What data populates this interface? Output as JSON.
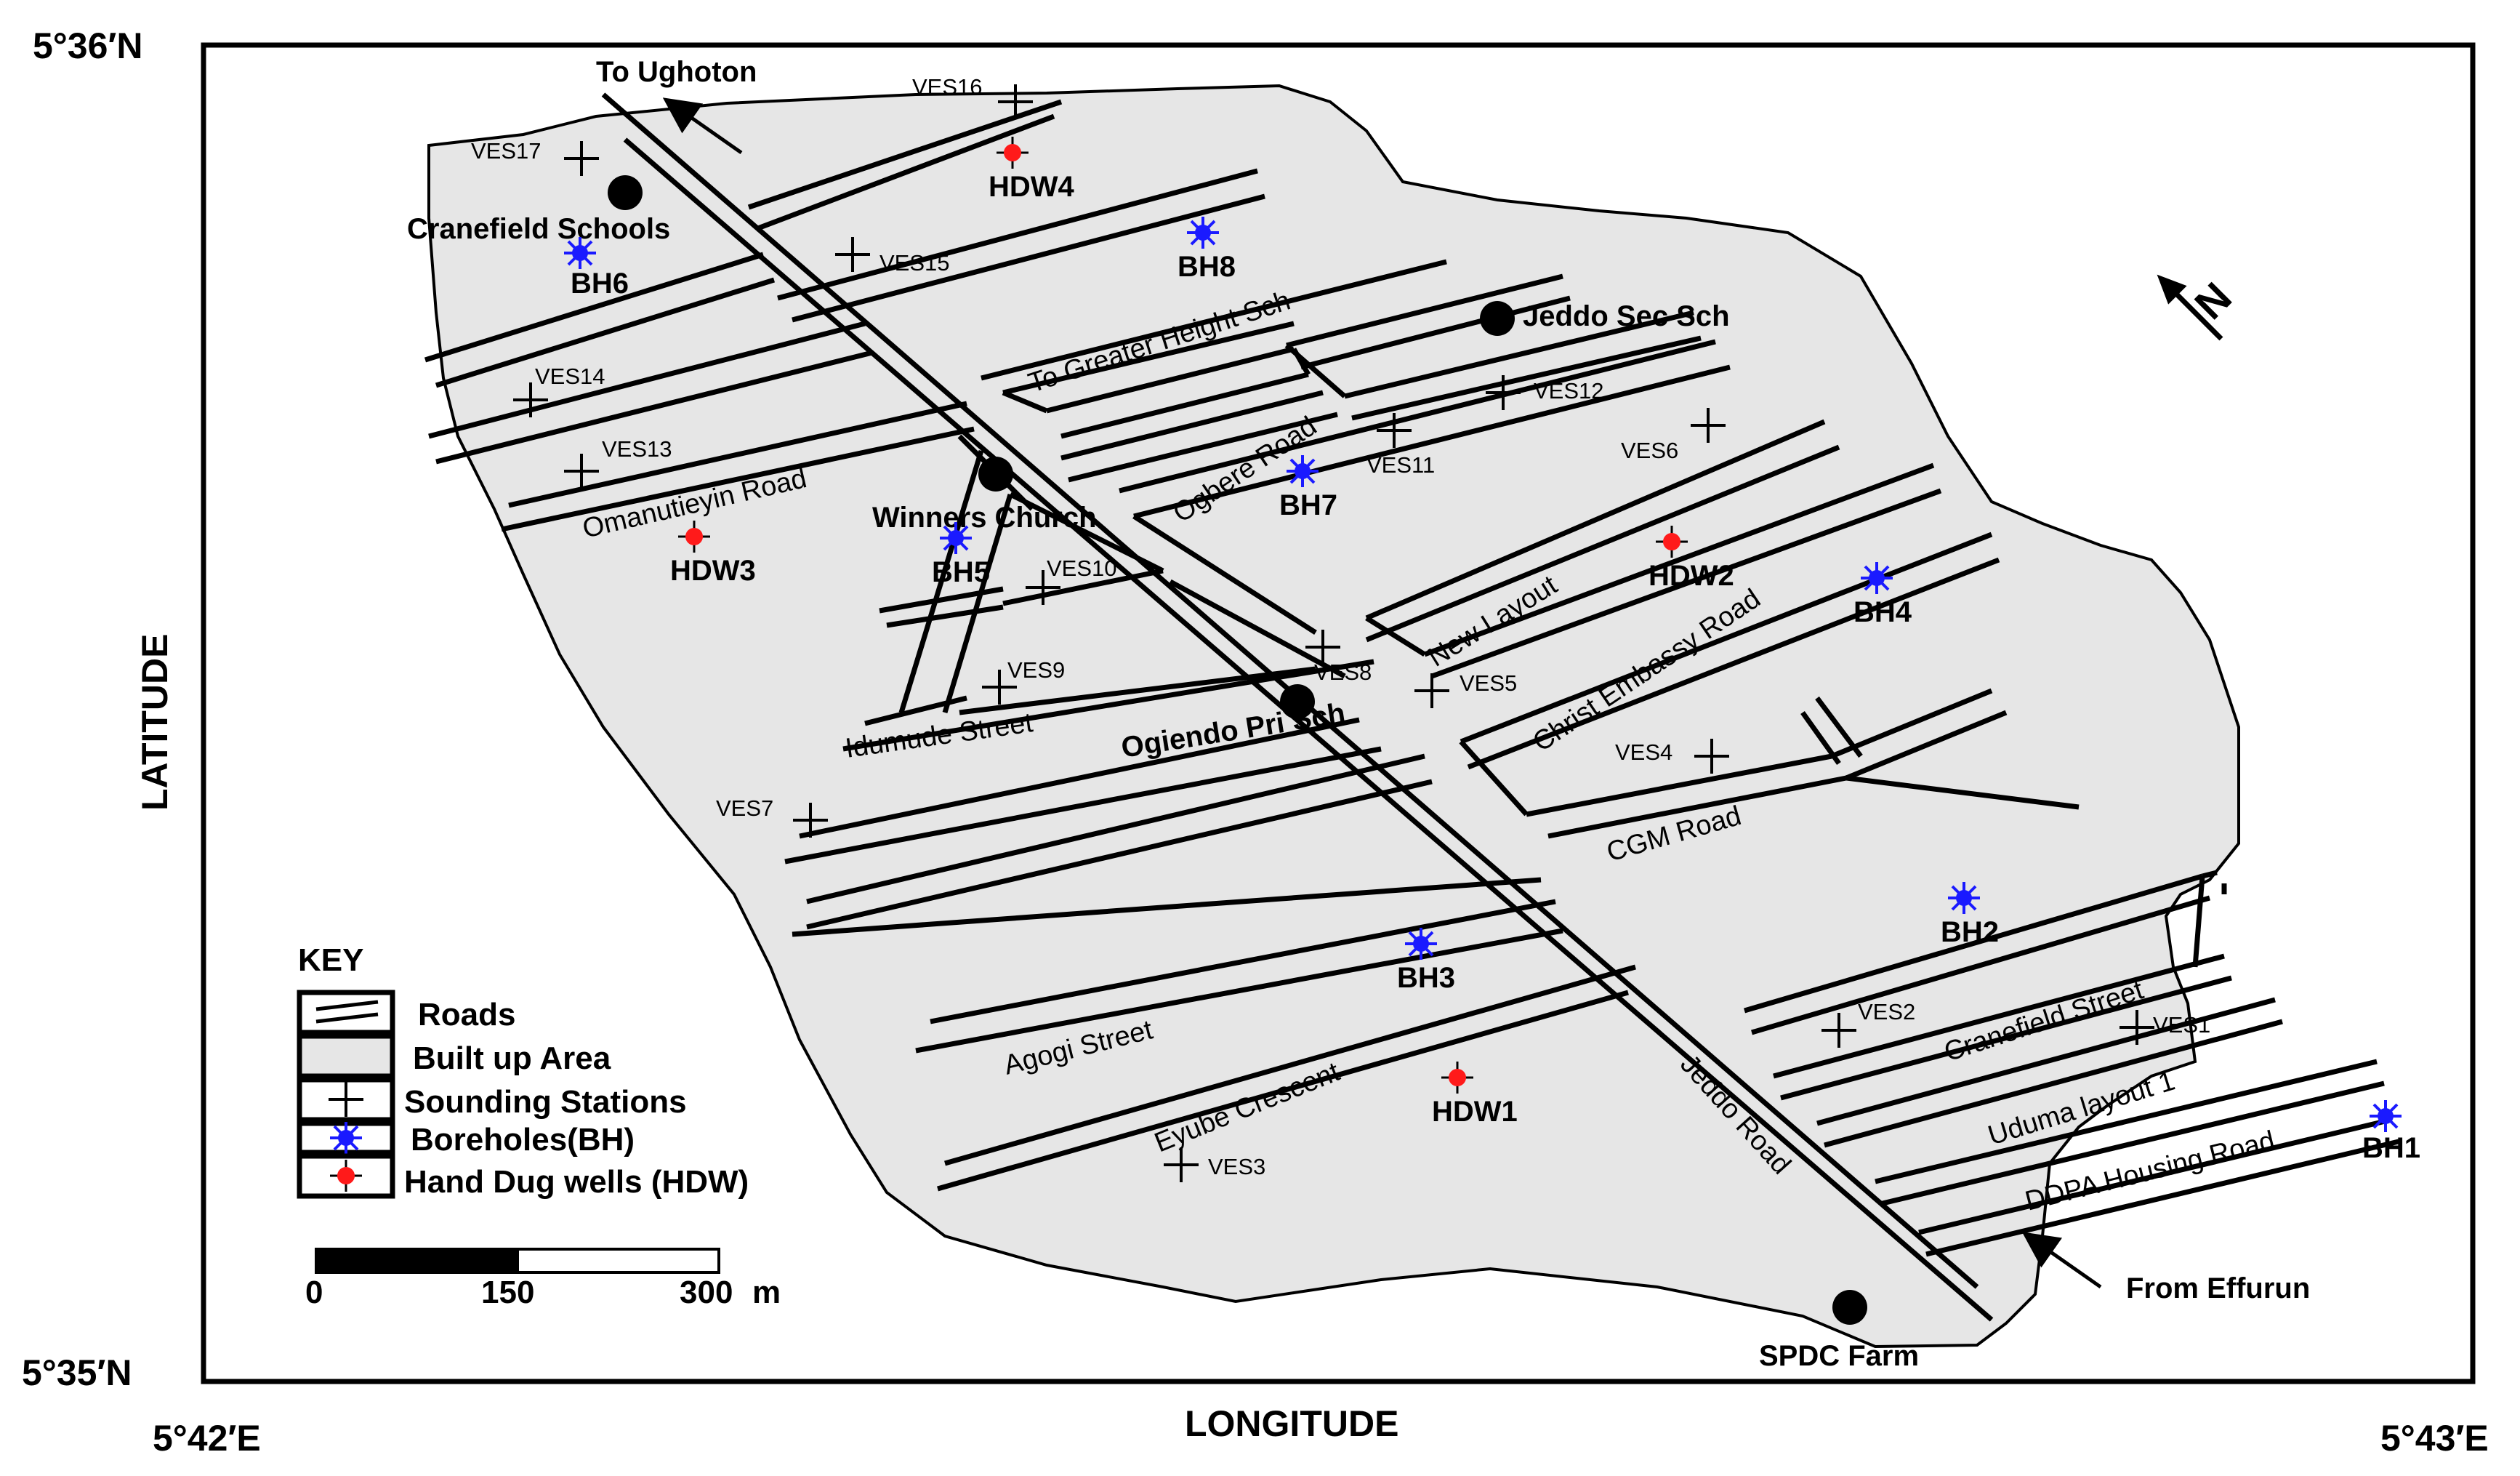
{
  "map": {
    "corners": {
      "top_left": "5°36′N",
      "bottom_left": "5°35′N",
      "bottom_left_x": "5°42′E",
      "bottom_right_x": "5°43′E"
    },
    "axes": {
      "x_label": "LONGITUDE",
      "y_label": "LATITUDE"
    },
    "colors": {
      "built_up": "#e6e6e6",
      "road": "#000000",
      "borehole": "#1a1aff",
      "handdug": "#ff1a1a",
      "school": "#000000"
    },
    "directions": {
      "to_ughoton": "To Ughoton",
      "from_effurun": "From Effurun"
    },
    "north_arrow_label": "N",
    "places": {
      "cranefield_schools": "Cranefield Schools",
      "jeddo_sec_sch": "Jeddo Sec Sch",
      "winners_church": "Winners Church",
      "ogiendo_pri_sch": "Ogiendo Pri Sch",
      "spdc_farm": "SPDC Farm"
    },
    "roads": {
      "to_greater_height": "To Greater Height Sch",
      "ogbere_road": "Ogbere Road",
      "omanutieyin_road": "Omanutieyin Road",
      "new_layout": "New Layout",
      "christ_embassy_road": "Christ Embassy Road",
      "idumude_street": "Idumude Street",
      "cgm_road": "CGM Road",
      "agogi_street": "Agogi Street",
      "eyube_crescent": "Eyube Crescent",
      "jeddo_road": "Jeddo Road",
      "cranefield_street": "Cranefield Street",
      "uduma_layout": "Uduma layout 1",
      "ddpa_housing_road": "DDPA Housing Road"
    },
    "sounding_stations": [
      "VES1",
      "VES2",
      "VES3",
      "VES4",
      "VES5",
      "VES6",
      "VES7",
      "VES8",
      "VES9",
      "VES10",
      "VES11",
      "VES12",
      "VES13",
      "VES14",
      "VES15",
      "VES16",
      "VES17"
    ],
    "boreholes": [
      "BH1",
      "BH2",
      "BH3",
      "BH4",
      "BH5",
      "BH6",
      "BH7",
      "BH8"
    ],
    "hand_dug_wells": [
      "HDW1",
      "HDW2",
      "HDW3",
      "HDW4"
    ],
    "key": {
      "title": "KEY",
      "items": [
        "Roads",
        "Built up Area",
        "Sounding Stations",
        "Boreholes(BH)",
        "Hand Dug wells (HDW)"
      ]
    },
    "scale_bar": {
      "ticks": [
        "0",
        "150",
        "300"
      ],
      "unit": "m"
    }
  }
}
